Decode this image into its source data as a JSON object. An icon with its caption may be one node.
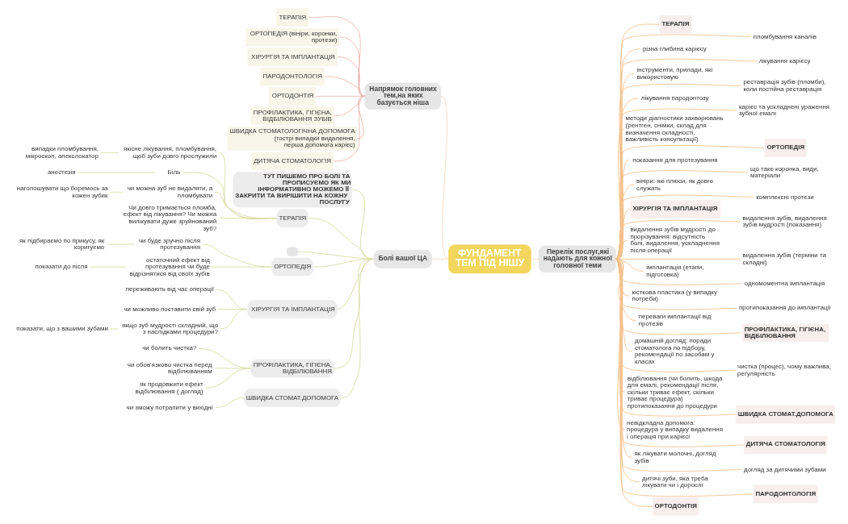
{
  "diagram": {
    "nodes": [
      {
        "text": [
          "ФУНДАМЕНТ ТЕМ ПІД НІШУ"
        ]
      },
      {
        "text": [
          "Напрямок головних тем,на яких базується ніша"
        ]
      },
      {
        "text": [
          "ТЕРАПІЯ"
        ]
      },
      {
        "text": [
          "ОРТОПЕДІЯ (вініри, коронки, протези)"
        ]
      },
      {
        "text": [
          "ХІРУРГІЯ ТА ІМПЛАНТАЦІЯ"
        ]
      },
      {
        "text": [
          "ПАРОДОНТОЛОГІЯ"
        ]
      },
      {
        "text": [
          "ОРТОДОНТІЯ"
        ]
      },
      {
        "text": [
          "ПРОФІЛАКТИКА, ГІГІЄНА, ВІДБІЛЮВАННЯ ЗУБІВ"
        ]
      },
      {
        "text": [
          "ШВИДКА СТОМАТОЛОГІЧНА ДОПОМОГА (гострі випадки видалення, перша допомога карієс)"
        ]
      },
      {
        "text": [
          "ДИТЯЧА СТОМАТОЛОГІЯ"
        ]
      },
      {
        "text": [
          "Перелік послуг,які надають для кожної головної теми"
        ]
      },
      {
        "text": [
          "ТЕРАПІЯ"
        ]
      },
      {
        "text": [
          "пломбування каналів"
        ]
      },
      {
        "text": [
          "різна глибина карієсу"
        ]
      },
      {
        "text": [
          "лікування карієсу"
        ]
      },
      {
        "text": [
          "інструменти, прилади, які використовую"
        ]
      },
      {
        "text": [
          "реставрація зубів (пломби), коли постійна реставрація"
        ]
      },
      {
        "text": [
          "лікування пародонтозу"
        ]
      },
      {
        "text": [
          "карієс та ускладнені ураження зубної емалі"
        ]
      },
      {
        "text": [
          "методи діагностики захворювань (рентген, снімки, склад для визначення складності, важливість консультації)"
        ]
      },
      {
        "text": [
          "ОРТОПЕДІЯ"
        ]
      },
      {
        "text": [
          "показання для протезування"
        ]
      },
      {
        "text": [
          "що таке коронка, види, матеріали"
        ]
      },
      {
        "text": [
          "вініри: які плюси, як довго служать"
        ]
      },
      {
        "text": [
          "комплексні протези"
        ]
      },
      {
        "text": [
          "ХІРУРГІЯ ТА ІМПЛАНТАЦІЯ"
        ]
      },
      {
        "text": [
          "видалення зубів, видалення зубів мудрості (показання)"
        ]
      },
      {
        "text": [
          "видалення зубів мудрості до прорізування: відсутність болі, видалення, ускладнення після операції"
        ]
      },
      {
        "text": [
          "видалення зубів (терміни та складні)"
        ]
      },
      {
        "text": [
          "імплантація (етапи, підготовка)"
        ]
      },
      {
        "text": [
          "одномоментна імплантація"
        ]
      },
      {
        "text": [
          "кісткова пластика (у випадку потреби)"
        ]
      },
      {
        "text": [
          "протипоказання до імплантації"
        ]
      },
      {
        "text": [
          "переваги імплантації від протезів"
        ]
      },
      {
        "text": [
          "ПРОФІЛАКТИКА, ГІГІЄНА, ВІДБІЛЮВАННЯ"
        ]
      },
      {
        "text": [
          "домашній догляд: поради стоматолога по підбору, рекомендації по засобам у класах"
        ]
      },
      {
        "text": [
          "чистка (процес), чому важлива, регулярність"
        ]
      },
      {
        "text": [
          "відбілювання (чи болить, шкода для емалі, рекомендації після, скільки триває ефект, скільки триває процедура) протипоказання до процедури"
        ]
      },
      {
        "text": [
          "ШВИДКА СТОМАТ.ДОПОМОГА"
        ]
      },
      {
        "text": [
          "невідкладна допомога: процедура у випадку видалення і операція при карієсі"
        ]
      },
      {
        "text": [
          "ДИТЯЧА СТОМАТОЛОГІЯ"
        ]
      },
      {
        "text": [
          "як лікувати молочні, догляд зубів"
        ]
      },
      {
        "text": [
          "догляд за дитячими зубами"
        ]
      },
      {
        "text": [
          "дитячі зуби, яка треба лікувати чи і дорослі"
        ]
      },
      {
        "text": [
          "ПАРОДОНТОЛОГІЯ"
        ]
      },
      {
        "text": [
          "ОРТОДОНТІЯ"
        ]
      },
      {
        "text": [
          "Болі вашої ЦА"
        ]
      },
      {
        "text": [
          "ТУТ ПИШЕМО ПРО БОЛІ ТА ПРОПИСУЄМО ЯК МИ ІНФОРМАТИВНО МОЖЕМО ЇЇ ЗАКРИТИ ТА ВИРІШИТИ НА КОЖНУ ПОСЛУГУ"
        ]
      },
      {
        "text": [
          "ТЕРАПІЯ"
        ]
      },
      {
        "text": [
          "якісне лікування, пломбування, щоб зуби довго прослужили"
        ]
      },
      {
        "text": [
          "випадки пломбування, мікроскоп, апекслокатор"
        ]
      },
      {
        "text": [
          "Біль"
        ]
      },
      {
        "text": [
          "анестезія"
        ]
      },
      {
        "text": [
          "чи можна зуб не видаляти, а пломбувати"
        ]
      },
      {
        "text": [
          "наголошувати що боремось за кожен зубик"
        ]
      },
      {
        "text": [
          "Чи довго тримається пломба, ефект від лікування? Чи можна вилікувати дуже зруйнований зуб?"
        ]
      },
      {
        "text": [],
        "shape": "box"
      },
      {
        "text": [
          "ОРТОПЕДІЯ"
        ]
      },
      {
        "text": [
          "чи буде зручно після протезування"
        ]
      },
      {
        "text": [
          "як підбираємо по прикусу, як коригуємо"
        ]
      },
      {
        "text": [
          "остаточний ефект від протезування чи буде відрізнятися від своїх зубів"
        ]
      },
      {
        "text": [
          "показати до після"
        ]
      },
      {
        "text": [
          "ХІРУРГІЯ ТА ІМПЛАНТАЦІЯ"
        ]
      },
      {
        "text": [
          "переживають від час операції"
        ]
      },
      {
        "text": [
          "чи можливо поставити свій зуб"
        ]
      },
      {
        "text": [
          "якщо зуб мудрості складний, що з наслідками процедури?"
        ]
      },
      {
        "text": [
          "показати, що з вашими зубами"
        ]
      },
      {
        "text": [
          "ПРОФІЛАКТИКА, ГІГІЄНА, ВІДБІЛЮВАННЯ"
        ]
      },
      {
        "text": [
          "чи болить чистка?"
        ]
      },
      {
        "text": [
          "чи обов'язково чистка перед відбілюванням"
        ]
      },
      {
        "text": [
          "як продовжити ефект відбілювання ( догляд)"
        ]
      },
      {
        "text": [
          "ШВИДКА СТОМАТ.ДОПОМОГА"
        ]
      },
      {
        "text": [
          "чи зможу потрапити у вихідні"
        ]
      }
    ],
    "edges": [
      {
        "from": 0,
        "to": 1,
        "arrow": "none",
        "color": "#f3d9bf"
      },
      {
        "from": 0,
        "to": 10,
        "arrow": "none",
        "color": "#f3d9bf"
      },
      {
        "from": 0,
        "to": 46,
        "arrow": "none",
        "color": "#f3d9bf"
      },
      {
        "from": 1,
        "to": 2,
        "arrow": "none",
        "color": "#e9b4ad"
      },
      {
        "from": 1,
        "to": 3,
        "arrow": "none",
        "color": "#e9b4ad"
      },
      {
        "from": 1,
        "to": 4,
        "arrow": "none",
        "color": "#e9b4ad"
      },
      {
        "from": 1,
        "to": 5,
        "arrow": "none",
        "color": "#e9b4ad"
      },
      {
        "from": 1,
        "to": 6,
        "arrow": "none",
        "color": "#e9b4ad"
      },
      {
        "from": 1,
        "to": 7,
        "arrow": "none",
        "color": "#e9b4ad"
      },
      {
        "from": 1,
        "to": 8,
        "arrow": "none",
        "color": "#e9b4ad"
      },
      {
        "from": 1,
        "to": 9,
        "arrow": "none",
        "color": "#e9b4ad"
      },
      {
        "from": 10,
        "to": 11,
        "arrow": "none"
      },
      {
        "from": 10,
        "to": 12,
        "arrow": "none"
      },
      {
        "from": 10,
        "to": 13,
        "arrow": "none"
      },
      {
        "from": 10,
        "to": 14,
        "arrow": "none"
      },
      {
        "from": 10,
        "to": 15,
        "arrow": "none"
      },
      {
        "from": 10,
        "to": 16,
        "arrow": "none"
      },
      {
        "from": 10,
        "to": 17,
        "arrow": "none"
      },
      {
        "from": 10,
        "to": 18,
        "arrow": "none"
      },
      {
        "from": 10,
        "to": 19,
        "arrow": "none"
      },
      {
        "from": 10,
        "to": 20,
        "arrow": "none"
      },
      {
        "from": 10,
        "to": 21,
        "arrow": "none"
      },
      {
        "from": 10,
        "to": 22,
        "arrow": "none"
      },
      {
        "from": 10,
        "to": 23,
        "arrow": "none"
      },
      {
        "from": 10,
        "to": 24,
        "arrow": "none"
      },
      {
        "from": 10,
        "to": 25,
        "arrow": "none"
      },
      {
        "from": 10,
        "to": 26,
        "arrow": "none"
      },
      {
        "from": 10,
        "to": 27,
        "arrow": "none"
      },
      {
        "from": 10,
        "to": 28,
        "arrow": "none"
      },
      {
        "from": 10,
        "to": 29,
        "arrow": "none"
      },
      {
        "from": 10,
        "to": 30,
        "arrow": "none"
      },
      {
        "from": 10,
        "to": 31,
        "arrow": "none"
      },
      {
        "from": 10,
        "to": 32,
        "arrow": "none"
      },
      {
        "from": 10,
        "to": 33,
        "arrow": "none"
      },
      {
        "from": 10,
        "to": 34,
        "arrow": "none"
      },
      {
        "from": 10,
        "to": 35,
        "arrow": "none"
      },
      {
        "from": 10,
        "to": 36,
        "arrow": "none"
      },
      {
        "from": 10,
        "to": 37,
        "arrow": "none"
      },
      {
        "from": 10,
        "to": 38,
        "arrow": "none"
      },
      {
        "from": 10,
        "to": 39,
        "arrow": "none"
      },
      {
        "from": 10,
        "to": 40,
        "arrow": "none"
      },
      {
        "from": 10,
        "to": 41,
        "arrow": "none"
      },
      {
        "from": 10,
        "to": 42,
        "arrow": "none"
      },
      {
        "from": 10,
        "to": 43,
        "arrow": "none"
      },
      {
        "from": 10,
        "to": 44,
        "arrow": "none"
      },
      {
        "from": 10,
        "to": 45,
        "arrow": "none"
      },
      {
        "from": 46,
        "to": 47,
        "arrow": "none",
        "color": "#d6dba0"
      },
      {
        "from": 46,
        "to": 48,
        "arrow": "none",
        "color": "#d6dba0"
      },
      {
        "from": 48,
        "to": 49,
        "arrow": "none",
        "color": "#d6dba0"
      },
      {
        "from": 49,
        "to": 50,
        "arrow": "none",
        "color": "#d6dba0"
      },
      {
        "from": 48,
        "to": 51,
        "arrow": "none",
        "color": "#d6dba0"
      },
      {
        "from": 51,
        "to": 52,
        "arrow": "none",
        "color": "#d6dba0"
      },
      {
        "from": 48,
        "to": 53,
        "arrow": "none",
        "color": "#d6dba0"
      },
      {
        "from": 53,
        "to": 54,
        "arrow": "none",
        "color": "#d6dba0"
      },
      {
        "from": 48,
        "to": 55,
        "arrow": "none",
        "color": "#d6dba0"
      },
      {
        "from": 46,
        "to": 56,
        "arrow": "none",
        "color": "#d6dba0"
      },
      {
        "from": 46,
        "to": 57,
        "arrow": "none",
        "color": "#d6dba0"
      },
      {
        "from": 57,
        "to": 58,
        "arrow": "none",
        "color": "#d6dba0"
      },
      {
        "from": 58,
        "to": 59,
        "arrow": "none",
        "color": "#d6dba0"
      },
      {
        "from": 57,
        "to": 60,
        "arrow": "none",
        "color": "#d6dba0"
      },
      {
        "from": 60,
        "to": 61,
        "arrow": "none",
        "color": "#d6dba0"
      },
      {
        "from": 46,
        "to": 62,
        "arrow": "none",
        "color": "#d6dba0"
      },
      {
        "from": 62,
        "to": 63,
        "arrow": "none",
        "color": "#d6dba0"
      },
      {
        "from": 62,
        "to": 64,
        "arrow": "none",
        "color": "#d6dba0"
      },
      {
        "from": 62,
        "to": 65,
        "arrow": "none",
        "color": "#d6dba0"
      },
      {
        "from": 65,
        "to": 66,
        "arrow": "none",
        "color": "#d6dba0"
      },
      {
        "from": 46,
        "to": 67,
        "arrow": "none",
        "color": "#d6dba0"
      },
      {
        "from": 67,
        "to": 68,
        "arrow": "none",
        "color": "#d6dba0"
      },
      {
        "from": 67,
        "to": 69,
        "arrow": "none",
        "color": "#d6dba0"
      },
      {
        "from": 67,
        "to": 70,
        "arrow": "none",
        "color": "#d6dba0"
      },
      {
        "from": 46,
        "to": 71,
        "arrow": "none",
        "color": "#d6dba0"
      },
      {
        "from": 71,
        "to": 72,
        "arrow": "none",
        "color": "#d6dba0"
      }
    ]
  }
}
